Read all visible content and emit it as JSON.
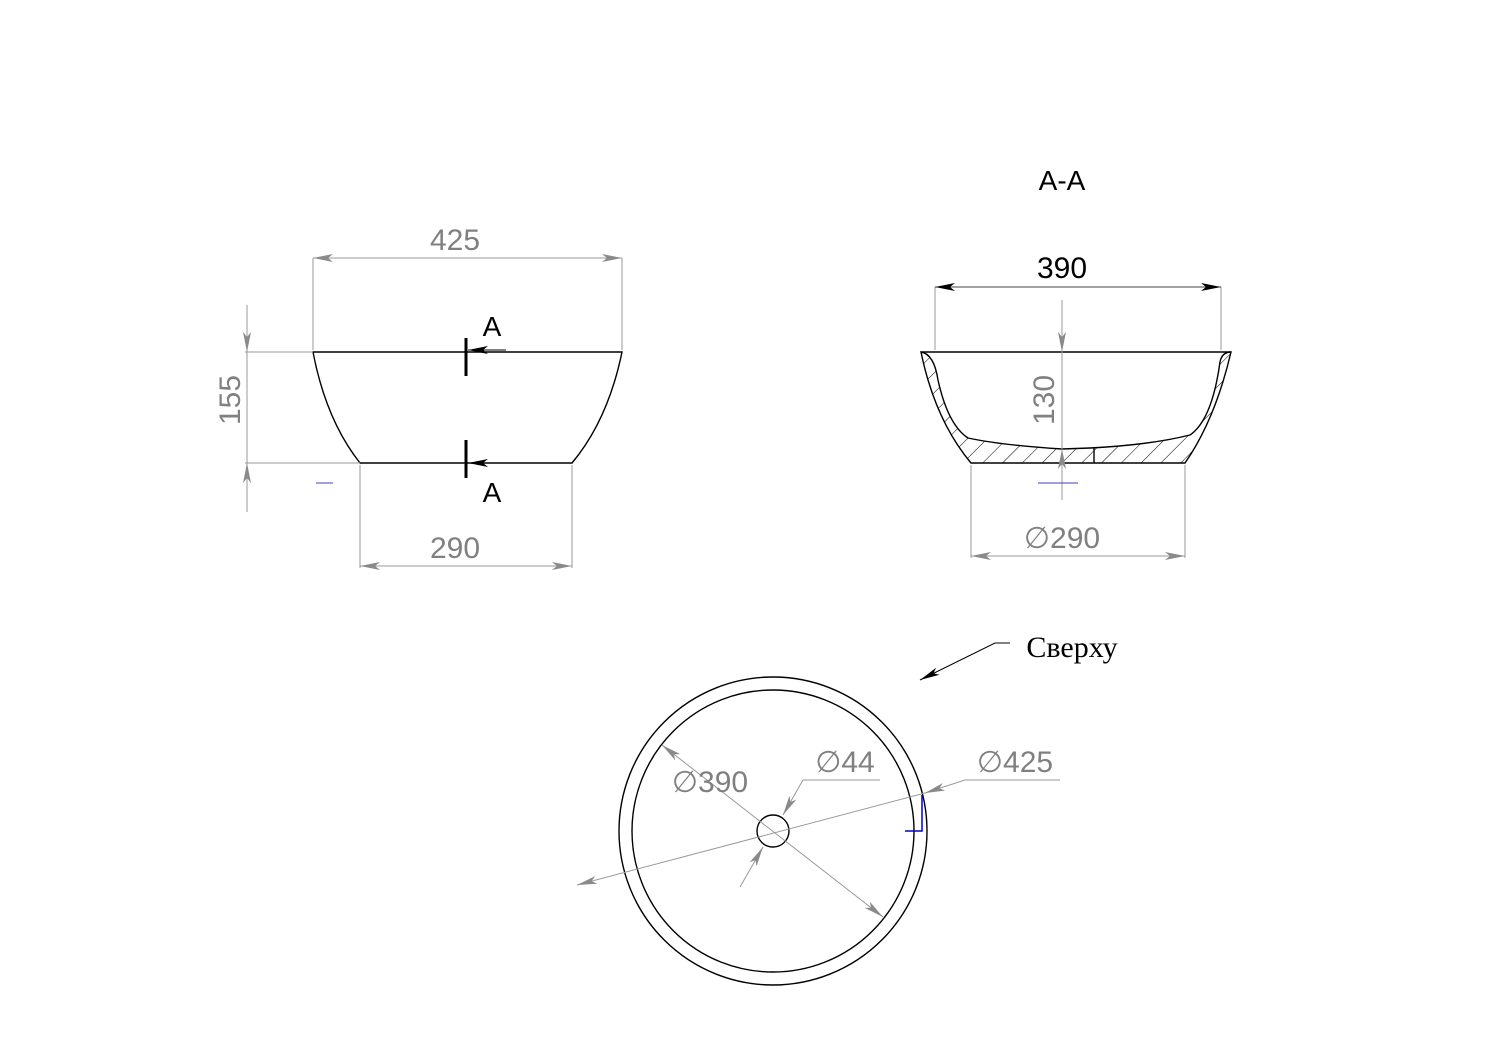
{
  "front_view": {
    "width_top": "425",
    "height": "155",
    "width_bottom": "290",
    "section_label_top": "A",
    "section_label_bottom": "A"
  },
  "section_view": {
    "title": "A-A",
    "inner_width": "390",
    "inner_depth": "130",
    "base_diameter": "∅290"
  },
  "top_view": {
    "view_label": "Сверху",
    "inner_diameter": "∅390",
    "drain_diameter": "∅44",
    "outer_diameter": "∅425"
  },
  "colors": {
    "dimension": "#808080",
    "outline": "#000000",
    "marker": "#0000cc"
  }
}
